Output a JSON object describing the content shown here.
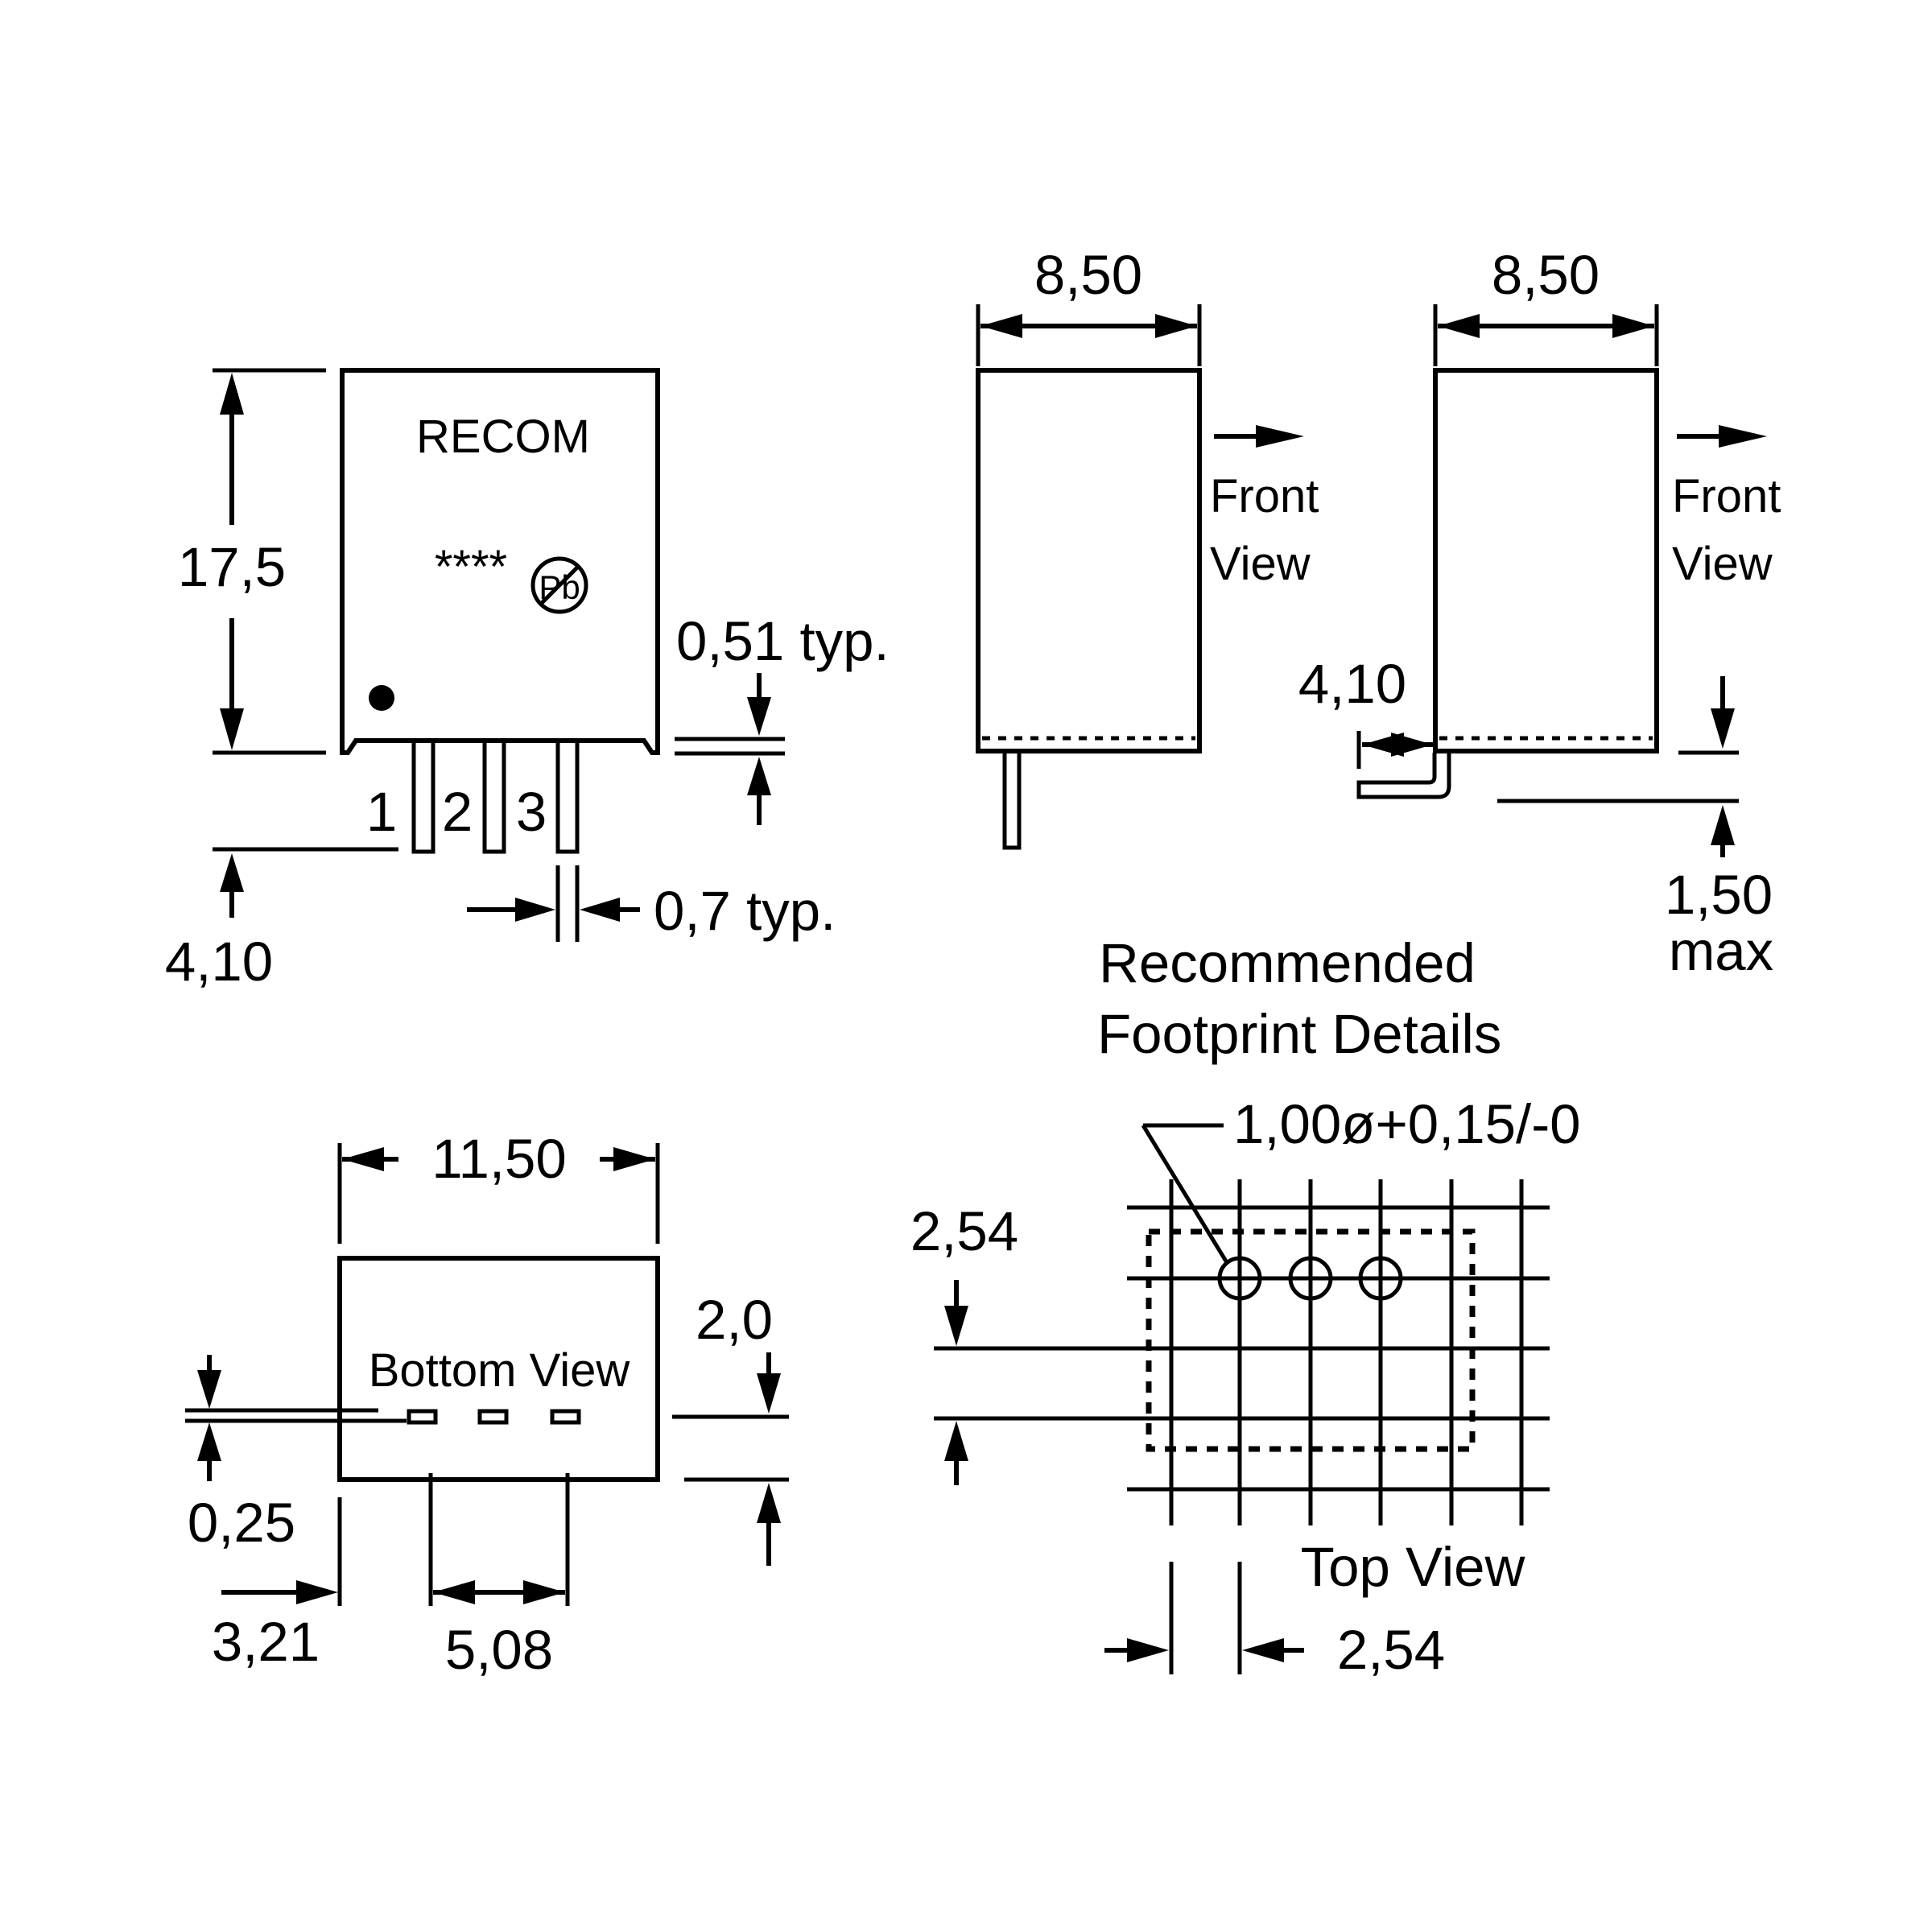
{
  "front_view": {
    "height_label": "17,5",
    "brand": "RECOM",
    "part_marking": "****",
    "pb_free_mark": "Pb",
    "pin_labels": [
      "1",
      "2",
      "3"
    ],
    "pin_length_label": "4,10",
    "standoff_label": "0,51 typ.",
    "pin_width_label": "0,7 typ."
  },
  "side_view_straight": {
    "width_label": "8,50",
    "view_label_line1": "Front",
    "view_label_line2": "View"
  },
  "side_view_bent": {
    "width_label": "8,50",
    "view_label_line1": "Front",
    "view_label_line2": "View",
    "bent_pin_label": "4,10",
    "max_height_label_line1": "1,50",
    "max_height_label_line2": "max"
  },
  "bottom_view": {
    "width_label": "11,50",
    "title": "Bottom View",
    "depth_label": "2,0",
    "pin_offset_label": "0,25",
    "edge_to_pin_label": "3,21",
    "pin_pitch_label": "5,08"
  },
  "footprint": {
    "title_line1": "Recommended",
    "title_line2": "Footprint Details",
    "hole_label": "1,00ø+0,15/-0",
    "vertical_pitch_label": "2,54",
    "horizontal_pitch_label": "2,54",
    "view_label": "Top View"
  }
}
